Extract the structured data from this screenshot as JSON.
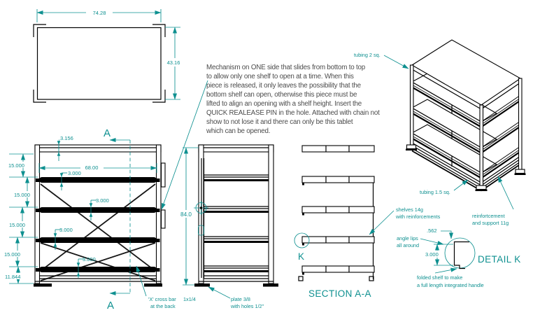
{
  "colors": {
    "ink": "#000000",
    "annotation": "#0e9090",
    "note_text": "#4b4b4b",
    "background": "#ffffff"
  },
  "note": {
    "lines": [
      "Mechanism on ONE side that slides from bottom to top",
      "to allow only one shelf to open at a time. When this",
      "piece is released, it only leaves the possibility that the",
      "bottom shelf can open, otherwise this piece must be",
      "lifted to align an opening with a shelf height. Insert the",
      "QUICK REALEASE PIN in the hole. Attached with chain not",
      "show to not lose it and there can only be this tablet",
      "which can be opened."
    ]
  },
  "top_view": {
    "width_dim": "74.28",
    "height_dim": "43.16"
  },
  "front_view": {
    "top_rail_dim": "3.156",
    "shelf_length_dim": "68.00",
    "shelf_thickness_dims": [
      "3.000",
      "3.000",
      "3.000",
      "3.000"
    ],
    "spacing_dims": [
      "15.000",
      "15.000",
      "15.000",
      "15.000"
    ],
    "bottom_dim": "11.844",
    "section_label_top": "A",
    "section_label_bottom": "A",
    "cross_bar_note": [
      "'X' cross bar",
      "at the back"
    ],
    "bar_size_note": "1x1/4"
  },
  "side_view": {
    "height_dim": "84.0",
    "plate_note": [
      "plate 3/8",
      "with holes 1/2\""
    ]
  },
  "section_view": {
    "title": "SECTION A-A",
    "detail_label": "K",
    "shelves_note": [
      "shelves 14g",
      "with reinforcements"
    ],
    "angle_lips_note": [
      "angle lips",
      "all around"
    ]
  },
  "iso_view": {
    "tubing_top_note": "tubing 2 sq.",
    "tubing_bottom_note": "tubing 1.5 sq.",
    "reinforcement_note": [
      "reinfortcement",
      "and support 11g"
    ]
  },
  "detail_view": {
    "title": "DETAIL K",
    "lip_dim": ".562",
    "height_dim": "3.000",
    "handle_note": [
      "folded shelf to make",
      "a full length integrated handle"
    ]
  }
}
